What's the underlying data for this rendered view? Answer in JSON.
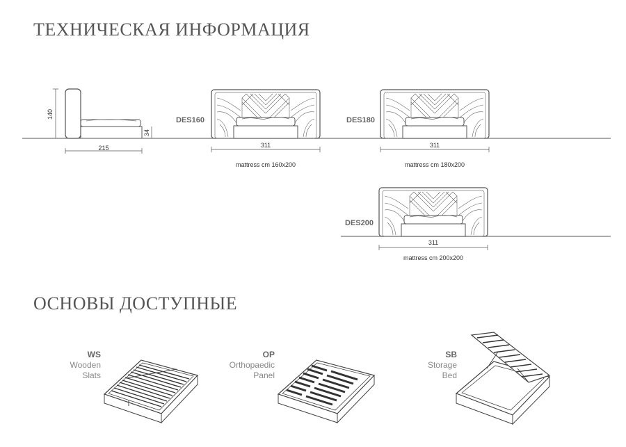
{
  "sections": {
    "tech_title": "ТЕХНИЧЕСКАЯ ИНФОРМАЦИЯ",
    "bases_title": "ОСНОВЫ ДОСТУПНЫЕ"
  },
  "side_view": {
    "height": "140",
    "length": "215",
    "base_height": "34"
  },
  "models": [
    {
      "code": "DES160",
      "width": "311",
      "mattress": "mattress cm 160x200"
    },
    {
      "code": "DES180",
      "width": "311",
      "mattress": "mattress cm 180x200"
    },
    {
      "code": "DES200",
      "width": "311",
      "mattress": "mattress cm 200x200"
    }
  ],
  "bases": [
    {
      "code": "WS",
      "line1": "Wooden",
      "line2": "Slats"
    },
    {
      "code": "OP",
      "line1": "Orthopaedic",
      "line2": "Panel"
    },
    {
      "code": "SB",
      "line1": "Storage",
      "line2": "Bed"
    }
  ],
  "colors": {
    "line": "#555555",
    "text": "#555555"
  }
}
